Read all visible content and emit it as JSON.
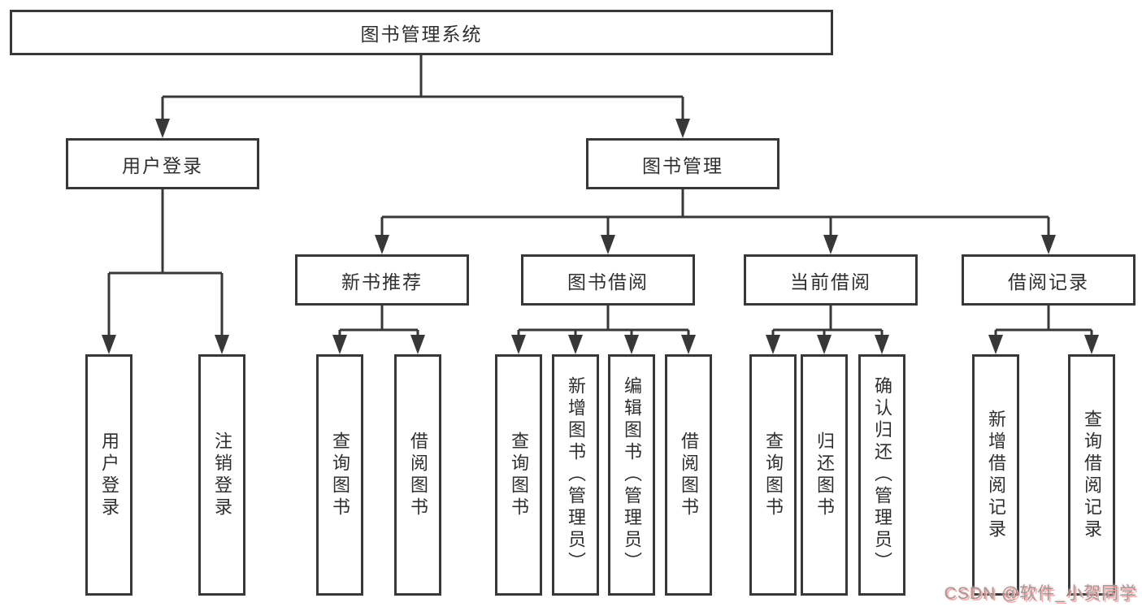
{
  "nodes": {
    "root": "图书管理系统",
    "user_login": "用户登录",
    "book_management": "图书管理",
    "new_book_recommend": "新书推荐",
    "book_borrow": "图书借阅",
    "current_borrow": "当前借阅",
    "borrow_records": "借阅记录"
  },
  "leaves": {
    "user_login": [
      "用户登录",
      "注销登录"
    ],
    "new_book_recommend": [
      "查询图书",
      "借阅图书"
    ],
    "book_borrow": [
      "查询图书",
      "新增图书（管理员）",
      "编辑图书（管理员）",
      "借阅图书"
    ],
    "current_borrow": [
      "查询图书",
      "归还图书",
      "确认归还（管理员）"
    ],
    "borrow_records": [
      "新增借阅记录",
      "查询借阅记录"
    ]
  },
  "watermark": {
    "text": "CSDN @软件_小贺同学"
  },
  "colors": {
    "line": "#383838",
    "text": "#2f2f2f",
    "background": "#ffffff",
    "watermark_text": "#9b9b9b",
    "watermark_accent": "#ffaaaa"
  }
}
